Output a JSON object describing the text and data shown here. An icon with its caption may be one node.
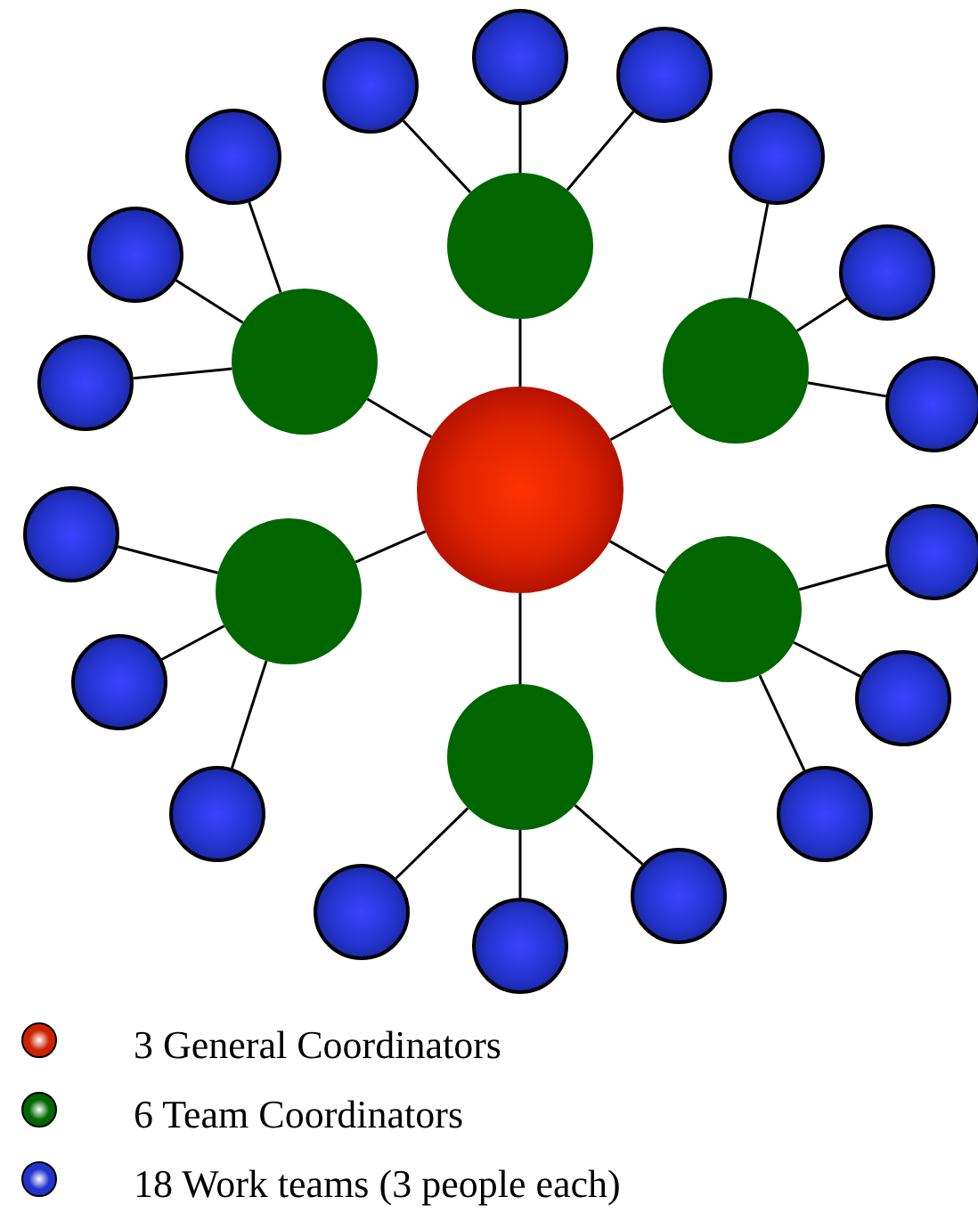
{
  "diagram": {
    "nodes": [
      {
        "text": [],
        "shape": "circle"
      },
      {
        "text": [],
        "shape": "circle"
      },
      {
        "text": [],
        "shape": "circle"
      },
      {
        "text": [],
        "shape": "circle"
      },
      {
        "text": [],
        "shape": "circle"
      },
      {
        "text": [],
        "shape": "circle"
      },
      {
        "text": [],
        "shape": "circle"
      },
      {
        "text": [],
        "shape": "circle"
      },
      {
        "text": [],
        "shape": "circle"
      },
      {
        "text": [],
        "shape": "circle"
      },
      {
        "text": [],
        "shape": "circle"
      },
      {
        "text": [],
        "shape": "circle"
      },
      {
        "text": [],
        "shape": "circle"
      },
      {
        "text": [],
        "shape": "circle"
      },
      {
        "text": [],
        "shape": "circle"
      },
      {
        "text": [],
        "shape": "circle"
      },
      {
        "text": [],
        "shape": "circle"
      },
      {
        "text": [],
        "shape": "circle"
      },
      {
        "text": [],
        "shape": "circle"
      },
      {
        "text": [],
        "shape": "circle"
      },
      {
        "text": [],
        "shape": "circle"
      },
      {
        "text": [],
        "shape": "circle"
      },
      {
        "text": [],
        "shape": "circle"
      },
      {
        "text": [],
        "shape": "circle"
      },
      {
        "text": [],
        "shape": "circle"
      }
    ],
    "edges": [
      {
        "from": 0,
        "to": 1,
        "arrow": "none"
      },
      {
        "from": 0,
        "to": 2,
        "arrow": "none"
      },
      {
        "from": 0,
        "to": 3,
        "arrow": "none"
      },
      {
        "from": 0,
        "to": 4,
        "arrow": "none"
      },
      {
        "from": 0,
        "to": 5,
        "arrow": "none"
      },
      {
        "from": 0,
        "to": 6,
        "arrow": "none"
      },
      {
        "from": 1,
        "to": 7,
        "arrow": "none"
      },
      {
        "from": 1,
        "to": 8,
        "arrow": "none"
      },
      {
        "from": 1,
        "to": 9,
        "arrow": "none"
      },
      {
        "from": 3,
        "to": 10,
        "arrow": "none"
      },
      {
        "from": 2,
        "to": 11,
        "arrow": "none"
      },
      {
        "from": 2,
        "to": 12,
        "arrow": "none"
      },
      {
        "from": 3,
        "to": 13,
        "arrow": "none"
      },
      {
        "from": 2,
        "to": 14,
        "arrow": "none"
      },
      {
        "from": 3,
        "to": 15,
        "arrow": "none"
      },
      {
        "from": 4,
        "to": 16,
        "arrow": "none"
      },
      {
        "from": 5,
        "to": 17,
        "arrow": "none"
      },
      {
        "from": 4,
        "to": 18,
        "arrow": "none"
      },
      {
        "from": 5,
        "to": 19,
        "arrow": "none"
      },
      {
        "from": 5,
        "to": 20,
        "arrow": "none"
      },
      {
        "from": 4,
        "to": 21,
        "arrow": "none"
      },
      {
        "from": 6,
        "to": 22,
        "arrow": "none"
      },
      {
        "from": 6,
        "to": 23,
        "arrow": "none"
      },
      {
        "from": 6,
        "to": 24,
        "arrow": "none"
      }
    ],
    "legend": [
      {
        "text": "3 General Coordinators",
        "color": "#cc2200"
      },
      {
        "text": "6 Team Coordinators",
        "color": "#006600"
      },
      {
        "text": "18 Work teams (3 people each)",
        "color": "#2233cc"
      }
    ]
  }
}
